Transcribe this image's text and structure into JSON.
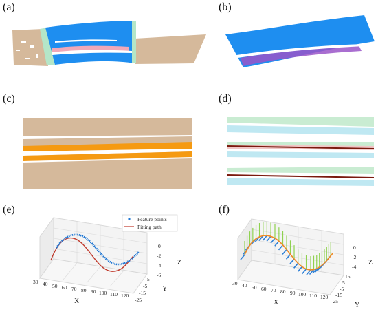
{
  "panels": {
    "a": "(a)",
    "b": "(b)",
    "c": "(c)",
    "d": "(d)",
    "e": "(e)",
    "f": "(f)"
  },
  "colors": {
    "tan": "#d5b99b",
    "blue": "#1e8ef0",
    "mint": "#b4e6c8",
    "pink": "#f0a8b8",
    "orange": "#f59a12",
    "light_green": "#c9ecd2",
    "light_blue": "#bfe8f2",
    "dark_red": "#7a1a0e",
    "magenta": "#c040a0",
    "feature_blue": "#1f77d4",
    "path_red": "#c0392b",
    "vector_green": "#8fd14f",
    "vector_blue": "#2c7fd6"
  },
  "legend": {
    "feature_points": "Feature points",
    "fitting_path": "Fitting path"
  },
  "plot_e": {
    "xlabel": "X",
    "ylabel": "Y",
    "zlabel": "Z",
    "x_ticks": [
      "30",
      "40",
      "50",
      "60",
      "70",
      "80",
      "90",
      "100",
      "110",
      "120"
    ],
    "y_ticks": [
      "5",
      "-5",
      "-15",
      "-25"
    ],
    "z_ticks": [
      "0",
      "-2",
      "-4",
      "-6"
    ]
  },
  "plot_f": {
    "xlabel": "X",
    "ylabel": "Y",
    "zlabel": "Z",
    "x_ticks": [
      "30",
      "40",
      "50",
      "60",
      "70",
      "80",
      "90",
      "100",
      "110",
      "120"
    ],
    "y_ticks": [
      "15",
      "5",
      "-5",
      "-15",
      "-25"
    ],
    "z_ticks": [
      "0",
      "-2",
      "-4"
    ]
  }
}
